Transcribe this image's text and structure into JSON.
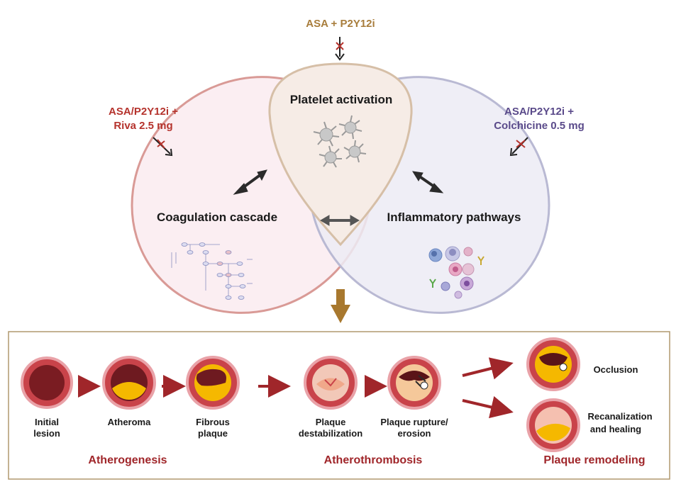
{
  "top_drug": {
    "label": "ASA + P2Y12i",
    "color": "#a87d3c"
  },
  "left_drug": {
    "line1": "ASA/P2Y12i +",
    "line2": "Riva 2.5 mg",
    "color": "#b5332d"
  },
  "right_drug": {
    "line1": "ASA/P2Y12i +",
    "line2": "Colchicine 0.5 mg",
    "color": "#5a4a8a"
  },
  "ellipses": {
    "platelet": {
      "label": "Platelet activation"
    },
    "coagulation": {
      "label": "Coagulation cascade"
    },
    "inflammatory": {
      "label": "Inflammatory pathways"
    }
  },
  "stages": [
    {
      "line1": "Initial",
      "line2": "lesion"
    },
    {
      "line1": "Atheroma",
      "line2": ""
    },
    {
      "line1": "Fibrous",
      "line2": "plaque"
    },
    {
      "line1": "Plaque",
      "line2": "destabilization"
    },
    {
      "line1": "Plaque rupture/",
      "line2": "erosion"
    },
    {
      "line1": "Occlusion",
      "line2": ""
    },
    {
      "line1": "Recanalization",
      "line2": "and healing"
    }
  ],
  "phases": {
    "atherogenesis": "Atherogenesis",
    "atherothrombosis": "Atherothrombosis",
    "remodeling": "Plaque remodeling",
    "color": "#a0262a"
  },
  "colors": {
    "coag_fill": "#fbeef2",
    "coag_stroke": "#d99a96",
    "inflam_fill": "#ecebf4",
    "inflam_stroke": "#b9b9d3",
    "platelet_fill": "#f6ece6",
    "platelet_stroke": "#d6bfa7",
    "vessel_outer": "#b8333a",
    "plaque_yellow": "#f5b800",
    "box_border": "#b0986e",
    "down_arrow": "#a8782e"
  }
}
